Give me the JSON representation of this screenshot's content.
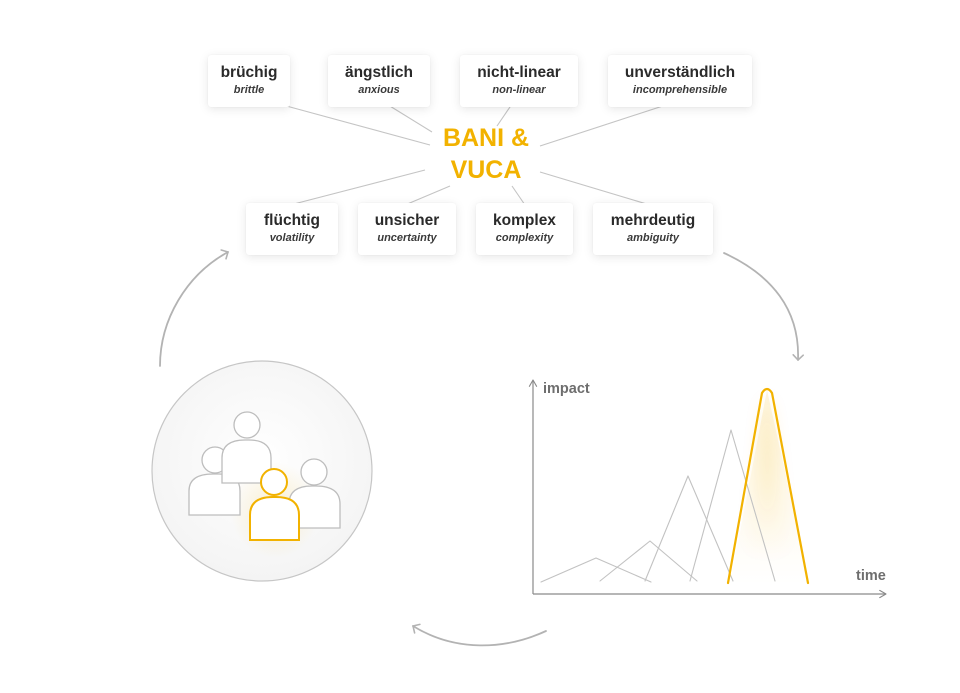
{
  "center": {
    "line1": "BANI &",
    "line2": "VUCA",
    "color": "#f2b200"
  },
  "bani_terms": [
    {
      "term": "brüchig",
      "translation": "brittle"
    },
    {
      "term": "ängstlich",
      "translation": "anxious"
    },
    {
      "term": "nicht-linear",
      "translation": "non-linear"
    },
    {
      "term": "unverständlich",
      "translation": "incomprehensible"
    }
  ],
  "vuca_terms": [
    {
      "term": "flüchtig",
      "translation": "volatility"
    },
    {
      "term": "unsicher",
      "translation": "uncertainty"
    },
    {
      "term": "komplex",
      "translation": "complexity"
    },
    {
      "term": "mehrdeutig",
      "translation": "ambiguity"
    }
  ],
  "chart": {
    "y_label": "impact",
    "x_label": "time",
    "highlight_color": "#f2b200",
    "line_color": "#bdbdbd"
  },
  "icons": {
    "people_group": "people-group-icon",
    "cycle_arrows": "cycle-arrow-icon"
  }
}
